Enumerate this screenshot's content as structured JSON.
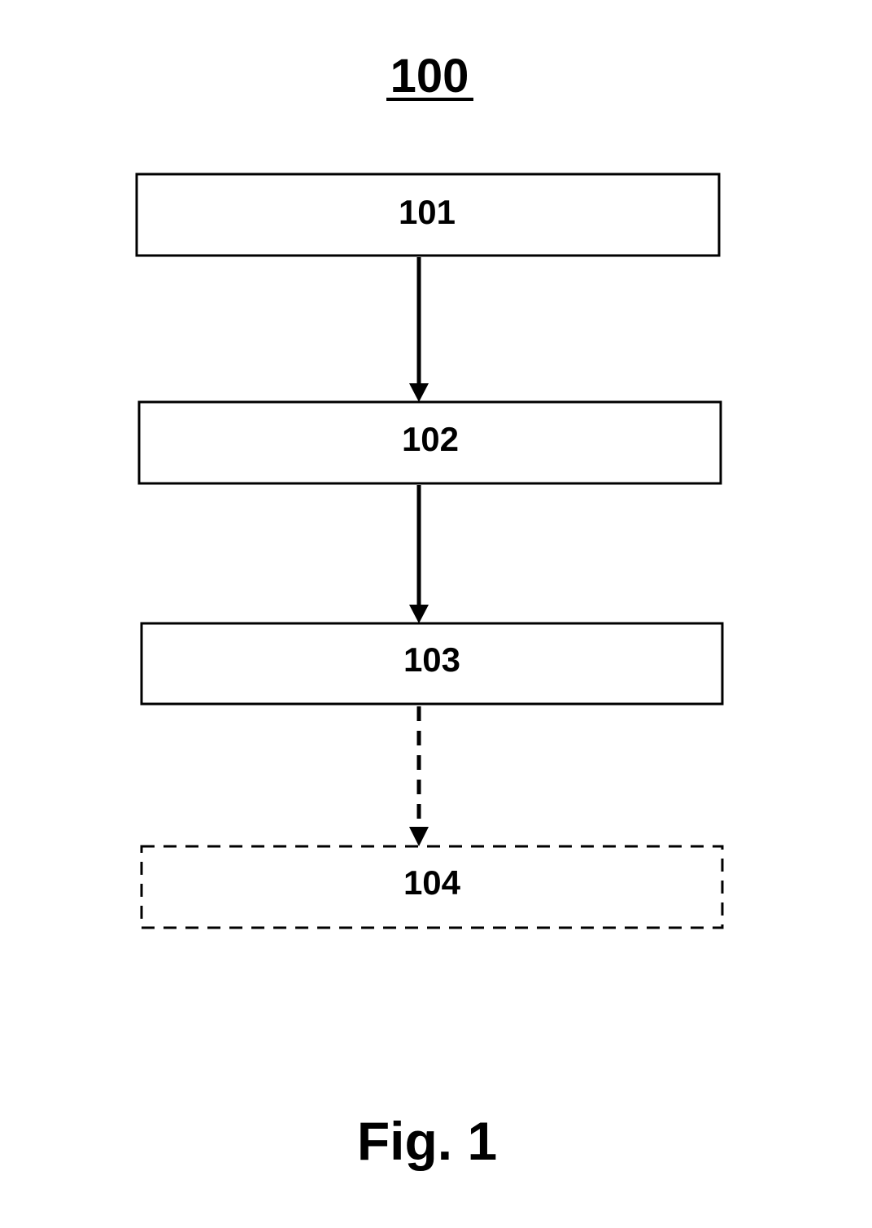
{
  "figure_number": "100",
  "steps": {
    "s101": "101",
    "s102": "102",
    "s103": "103",
    "s104": "104"
  },
  "optional_steps": [
    "104"
  ],
  "caption": "Fig. 1"
}
